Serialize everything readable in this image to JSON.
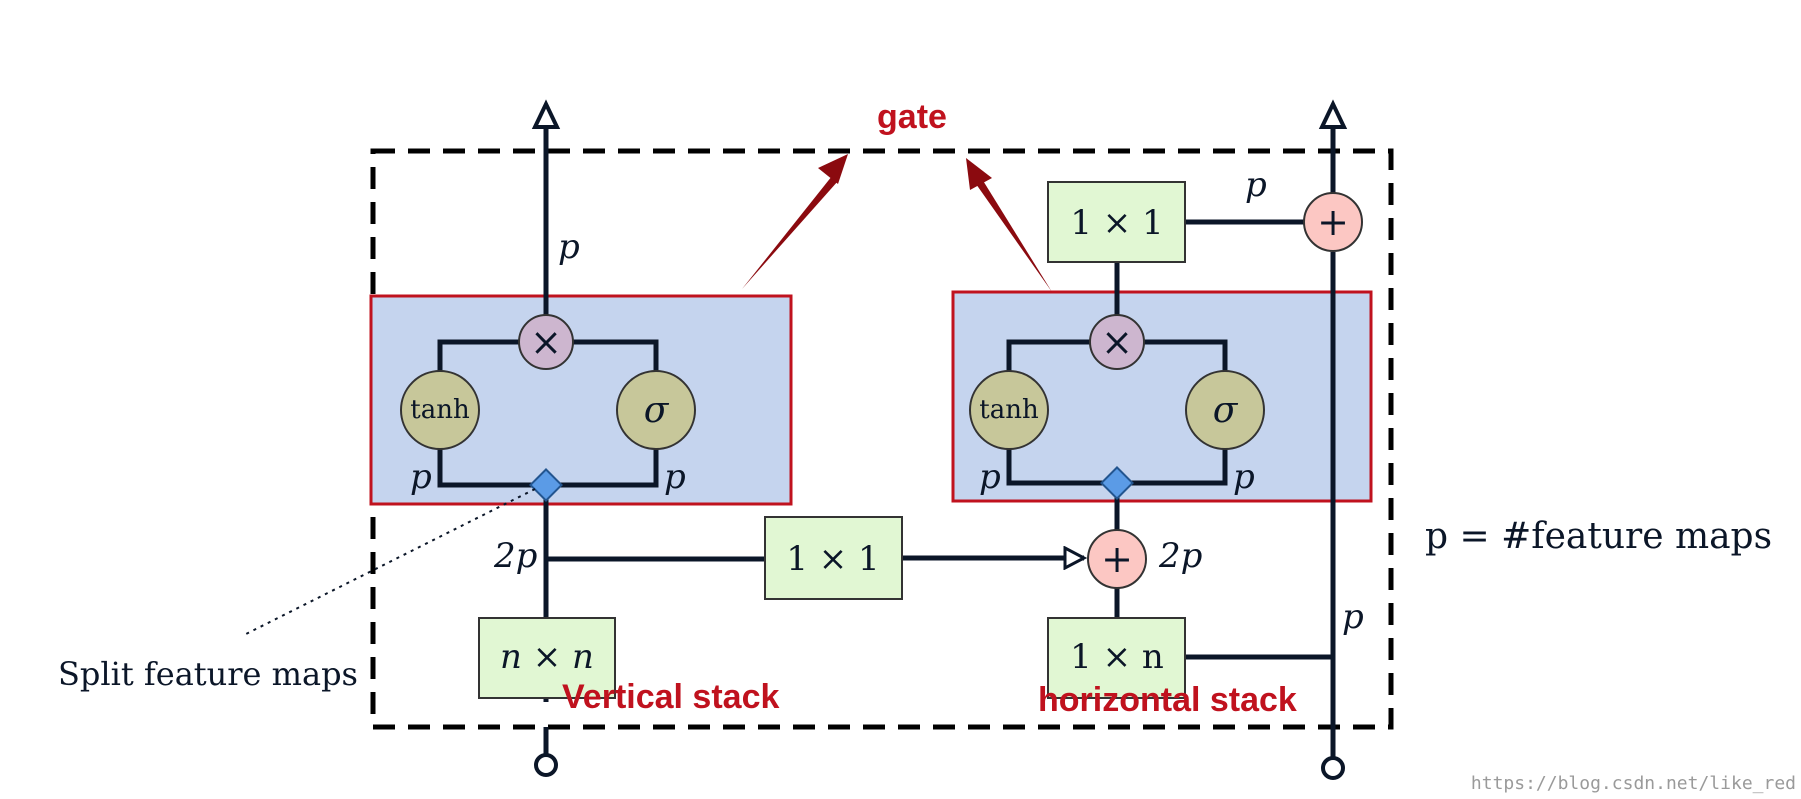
{
  "colors": {
    "gate_fill": "#c5d4ee",
    "gate_border": "#c0121e",
    "red_text": "#c0121e",
    "arrow_red": "#8b0a0f",
    "conv_fill": "#e1f7d3",
    "act_fill": "#c7c79a",
    "mul_fill": "#cdb6cf",
    "add_fill": "#fcc7c3",
    "split_fill": "#5b9be6",
    "line": "#0b1628",
    "watermark": "#9a9a9a"
  },
  "labels": {
    "gate": "gate",
    "vertical_stack": "Vertical stack",
    "horizontal_stack": "horizontal stack",
    "split_feature_maps": "Split feature maps",
    "legend": "p = #feature maps",
    "watermark": "https://blog.csdn.net/like_red"
  },
  "vertical": {
    "conv": "n × n",
    "to_horizontal_conv": "1 × 1",
    "dim_2p": "2p",
    "dim_out_p": "p",
    "dim_left_p": "p",
    "dim_right_p": "p",
    "tanh": "tanh",
    "sigma": "σ",
    "mul": "×"
  },
  "horizontal": {
    "conv": "1 × n",
    "out_conv": "1 × 1",
    "dim_2p": "2p",
    "dim_top_p": "p",
    "dim_residual_p": "p",
    "dim_left_p": "p",
    "dim_right_p": "p",
    "tanh": "tanh",
    "sigma": "σ",
    "mul": "×",
    "add_inner": "+",
    "add_outer": "+"
  }
}
